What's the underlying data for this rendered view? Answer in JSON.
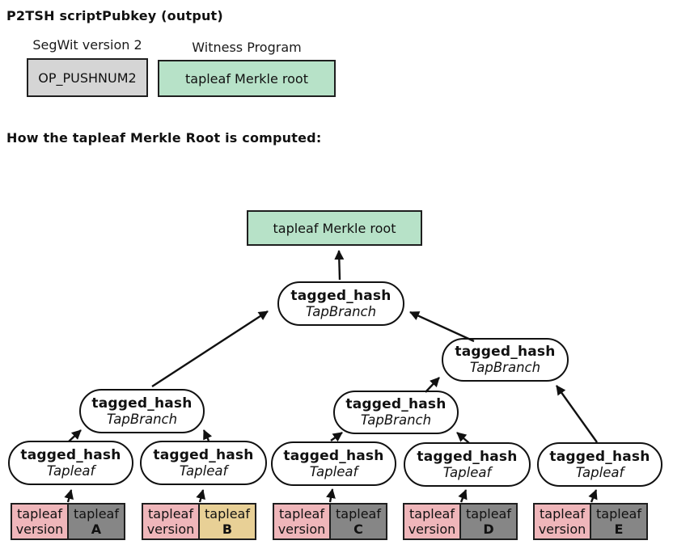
{
  "header": {
    "title": "P2TSH scriptPubkey (output)",
    "segwit_label": "SegWit version 2",
    "witness_label": "Witness Program",
    "segwit_value": "OP_PUSHNUM2",
    "witness_value": "tapleaf Merkle root"
  },
  "section_heading": "How the tapleaf Merkle Root is computed:",
  "tree": {
    "root_box_label": "tapleaf Merkle root",
    "branches": [
      {
        "title": "tagged_hash",
        "subtitle": "TapBranch"
      },
      {
        "title": "tagged_hash",
        "subtitle": "TapBranch"
      },
      {
        "title": "tagged_hash",
        "subtitle": "TapBranch"
      },
      {
        "title": "tagged_hash",
        "subtitle": "TapBranch"
      }
    ],
    "leaves": [
      {
        "title": "tagged_hash",
        "subtitle": "Tapleaf"
      },
      {
        "title": "tagged_hash",
        "subtitle": "Tapleaf"
      },
      {
        "title": "tagged_hash",
        "subtitle": "Tapleaf"
      },
      {
        "title": "tagged_hash",
        "subtitle": "Tapleaf"
      },
      {
        "title": "tagged_hash",
        "subtitle": "Tapleaf"
      }
    ],
    "inputs": [
      {
        "version_label": "tapleaf version",
        "leaf_word": "tapleaf",
        "letter": "A",
        "letter_bg": "#868686"
      },
      {
        "version_label": "tapleaf version",
        "leaf_word": "tapleaf",
        "letter": "B",
        "letter_bg": "#e8d096"
      },
      {
        "version_label": "tapleaf version",
        "leaf_word": "tapleaf",
        "letter": "C",
        "letter_bg": "#868686"
      },
      {
        "version_label": "tapleaf version",
        "leaf_word": "tapleaf",
        "letter": "D",
        "letter_bg": "#868686"
      },
      {
        "version_label": "tapleaf version",
        "leaf_word": "tapleaf",
        "letter": "E",
        "letter_bg": "#868686"
      }
    ]
  },
  "colors": {
    "green": "#b7e2c8",
    "box_gray": "#d5d5d5",
    "pink": "#efb6ba",
    "slot_gray": "#868686",
    "tan": "#e8d096",
    "line": "#111111"
  }
}
